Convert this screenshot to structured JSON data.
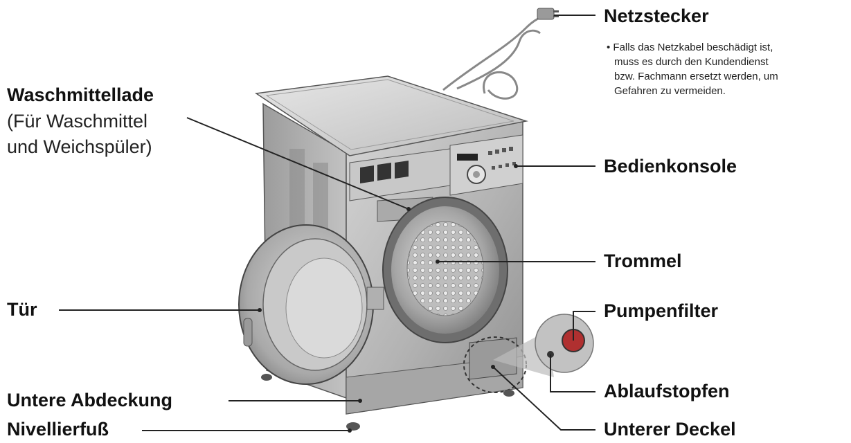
{
  "labels": {
    "netzstecker": "Netzstecker",
    "netzstecker_note": [
      "• Falls das Netzkabel beschädigt ist,",
      "muss es durch den Kundendienst",
      "bzw. Fachmann ersetzt werden, um",
      "Gefahren zu vermeiden."
    ],
    "waschmittellade": "Waschmittellade",
    "waschmittellade_sub_1": "(Für Waschmittel",
    "waschmittellade_sub_2": "und Weichspüler)",
    "bedienkonsole": "Bedienkonsole",
    "trommel": "Trommel",
    "tuer": "Tür",
    "pumpenfilter": "Pumpenfilter",
    "ablaufstopfen": "Ablaufstopfen",
    "untere_abdeckung": "Untere Abdeckung",
    "unterer_deckel": "Unterer Deckel",
    "nivellierfuss": "Nivellierfuß"
  },
  "colors": {
    "label_text": "#111111",
    "leader_line": "#222222",
    "machine_body": "#b9b9b9",
    "machine_shadow": "#8c8c8c",
    "pump_filter_fill": "#b03030"
  }
}
